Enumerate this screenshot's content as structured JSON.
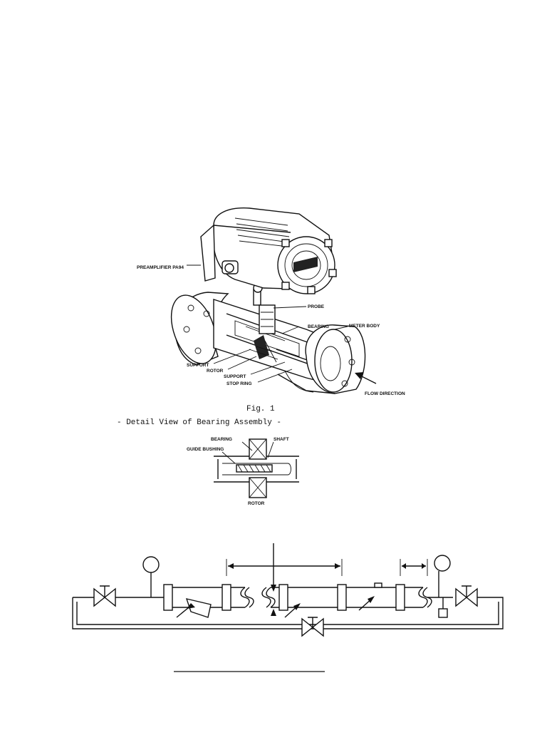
{
  "fig1": {
    "labels": {
      "preamplifier": "PREAMPLIFIER PA94",
      "probe": "PROBE",
      "bearing": "BEARING",
      "meter_body": "METER BODY",
      "support_left": "SUPPORT",
      "rotor": "ROTOR",
      "support_mid": "SUPPORT",
      "stop_ring": "STOP RING",
      "flow_direction": "FLOW DIRECTION"
    },
    "caption": "Fig. 1"
  },
  "detail": {
    "title": "- Detail View of Bearing Assembly -",
    "labels": {
      "bearing": "BEARING",
      "shaft": "SHAFT",
      "guide_bushing": "GUIDE BUSHING",
      "rotor": "ROTOR"
    }
  },
  "test_line": {
    "caption": ""
  }
}
